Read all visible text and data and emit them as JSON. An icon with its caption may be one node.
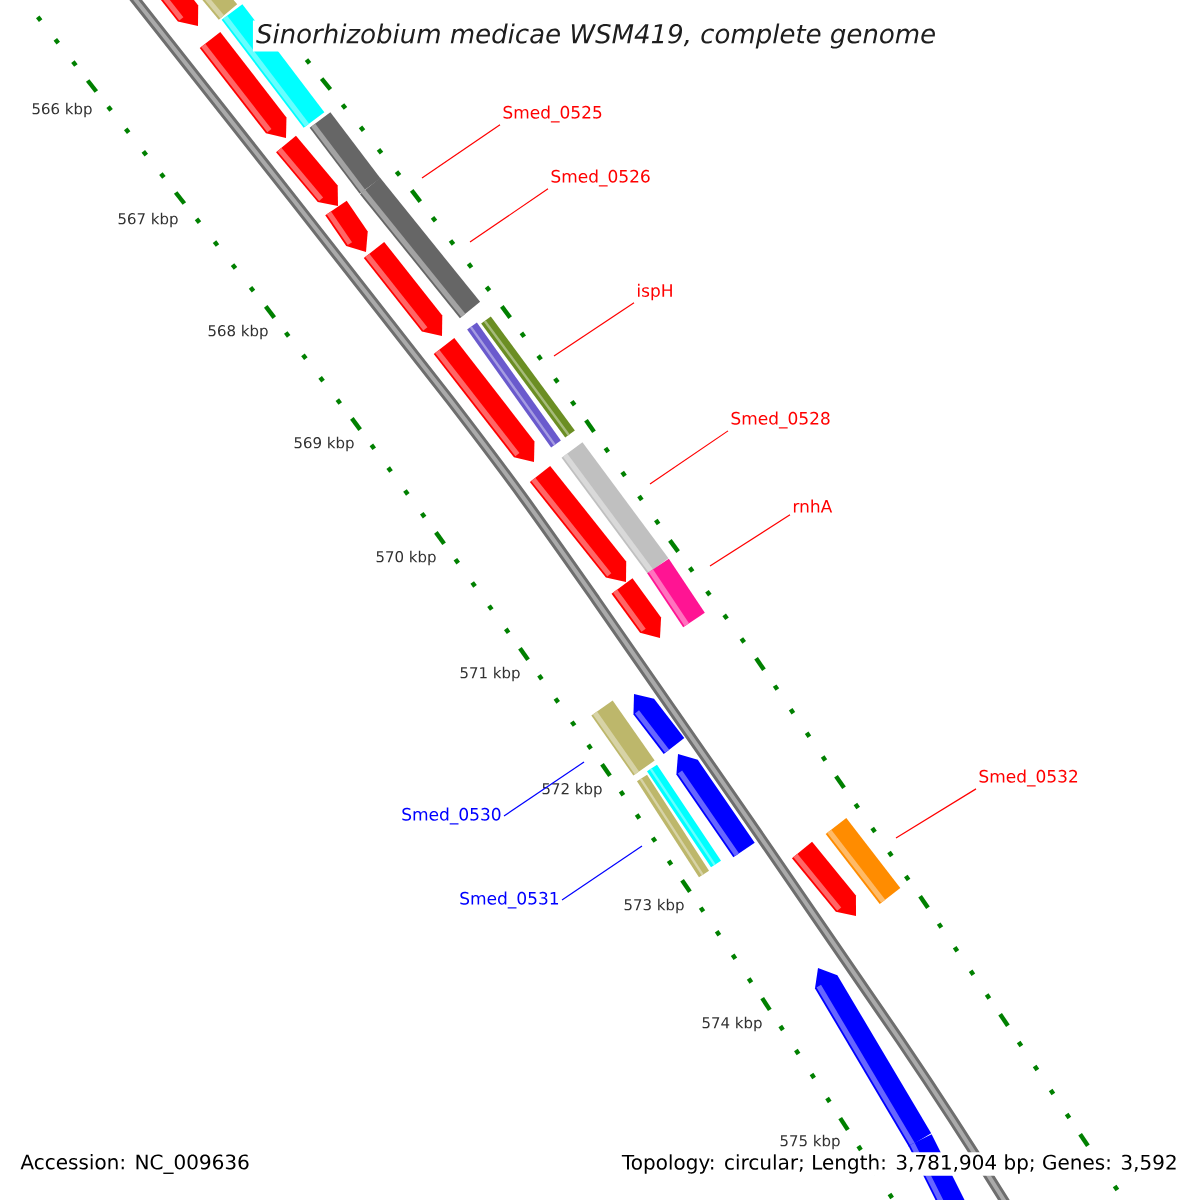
{
  "diagram": {
    "title": "Sinorhizobium medicae WSM419, complete genome",
    "nodes": [
      {
        "text": [
          "Smed_0525"
        ]
      },
      {
        "text": [
          "Smed_0526"
        ]
      },
      {
        "text": [
          "ispH"
        ]
      },
      {
        "text": [
          "Smed_0528"
        ]
      },
      {
        "text": [
          "rnhA"
        ]
      },
      {
        "text": [
          "Smed_0532"
        ]
      },
      {
        "text": [
          "Smed_0530"
        ]
      },
      {
        "text": [
          "Smed_0531"
        ]
      }
    ],
    "edges": [
      {
        "from": 0,
        "to": null,
        "arrow": "none"
      },
      {
        "from": 1,
        "to": null,
        "arrow": "none"
      },
      {
        "from": 2,
        "to": null,
        "arrow": "none"
      },
      {
        "from": 3,
        "to": null,
        "arrow": "none"
      },
      {
        "from": 4,
        "to": null,
        "arrow": "none"
      },
      {
        "from": 5,
        "to": null,
        "arrow": "none"
      },
      {
        "from": 6,
        "to": null,
        "arrow": "none",
        "color": "#0000ff"
      },
      {
        "from": 7,
        "to": null,
        "arrow": "none",
        "color": "#0000ff"
      }
    ],
    "labels": [
      "566 kbp",
      "567 kbp",
      "568 kbp",
      "569 kbp",
      "570 kbp",
      "571 kbp",
      "572 kbp",
      "573 kbp",
      "574 kbp",
      "575 kbp",
      "Accession: NC_009636",
      "Topology: circular; Length: 3,781,904 bp; Genes: 3,592"
    ]
  }
}
